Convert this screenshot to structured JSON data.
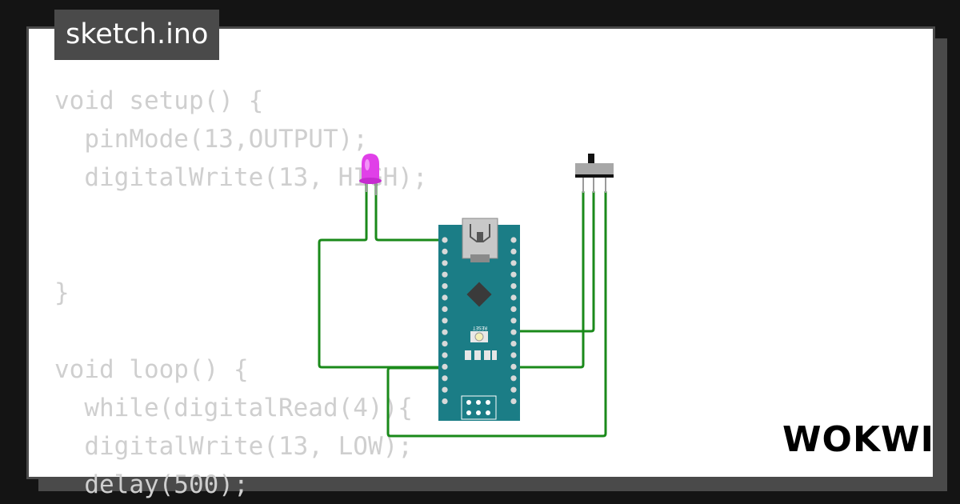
{
  "window": {
    "title": "sketch.ino"
  },
  "code": {
    "lines": [
      "void setup() {",
      "  pinMode(13,OUTPUT);",
      "  digitalWrite(13, HIGH);",
      "",
      "",
      "}",
      "",
      "void loop() {",
      "  while(digitalRead(4)){",
      "  digitalWrite(13, LOW);",
      "  delay(500);"
    ]
  },
  "board": {
    "reset_label": "RESET"
  },
  "brand": {
    "logo": "WOKWI"
  },
  "colors": {
    "background": "#141414",
    "card": "#ffffff",
    "frame": "#4a4a4a",
    "code_text": "#cfcfcf",
    "wire": "#1a8a1a",
    "board": "#1b7d86",
    "led": "#e040e8"
  }
}
